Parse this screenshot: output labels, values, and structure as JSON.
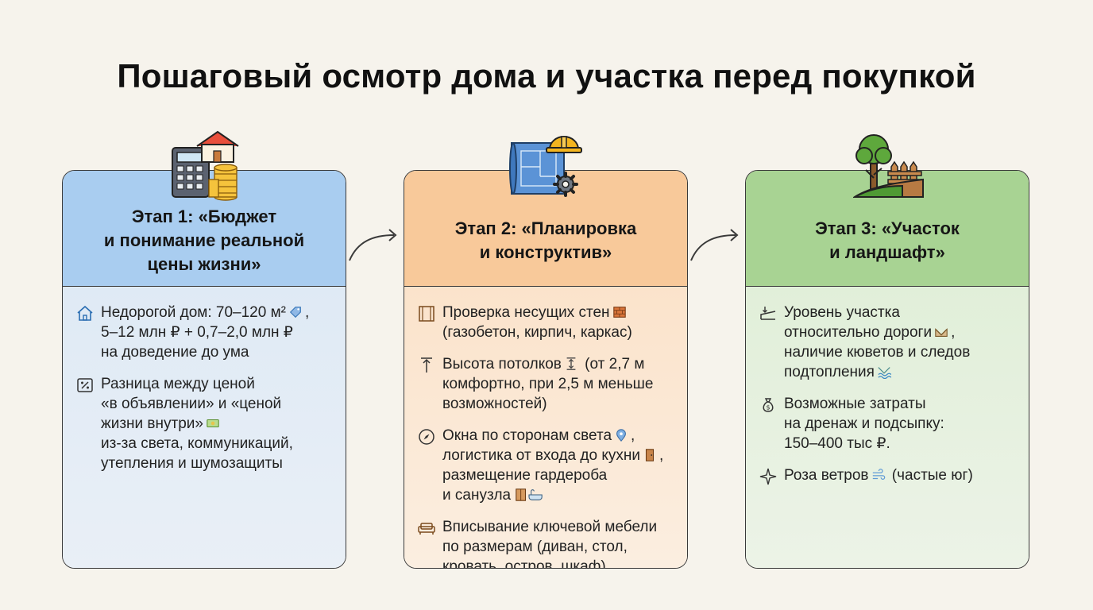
{
  "title": "Пошаговый осмотр дома и участка перед покупкой",
  "colors": {
    "stage1_header": "#a9cdf0",
    "stage2_header": "#f8c99a",
    "stage3_header": "#a8d393",
    "background": "#f6f3ec"
  },
  "stages": [
    {
      "title": "Этап 1: «Бюджет\nи понимание реальной\nцены жизни»",
      "hero_icon": "calculator-house-coins-icon",
      "items": [
        {
          "icon": "house-icon",
          "text": "Недорогой дом: 70–120 м²",
          "trail_icon": "price-tag-icon",
          "text_after": ",\n5–12 млн ₽ + 0,7–2,0 млн ₽\nна доведение до ума"
        },
        {
          "icon": "percent-icon",
          "text": "Разница между ценой\n«в объявлении» и «ценой\nжизни внутри»",
          "trail_icon": "banknote-icon",
          "text_after": "\nиз-за света, коммуникаций,\nутепления и шумозащиты"
        }
      ]
    },
    {
      "title": "Этап 2: «Планировка\nи конструктив»",
      "hero_icon": "blueprint-hardhat-gear-icon",
      "items": [
        {
          "icon": "wall-frame-icon",
          "text": "Проверка несущих стен",
          "trail_icon": "brick-icon",
          "text_after": "\n(газобетон, кирпич, каркас)"
        },
        {
          "icon": "height-arrow-icon",
          "text": "Высота потолков",
          "trail_icon": "ceiling-height-icon",
          "text_after": " (от 2,7 м\nкомфортно, при 2,5 м меньше\nвозможностей)"
        },
        {
          "icon": "compass-icon",
          "text": "Окна по сторонам света",
          "trail_icon": "location-pin-icon",
          "text_after": ",\nлогистика от входа до кухни",
          "trail_icon2": "door-icon",
          "text_after2": ",\nразмещение гардероба\nи санузла",
          "trail_icon3": "wardrobe-bathtub-icon"
        },
        {
          "icon": "sofa-icon",
          "text": "Вписывание ключевой мебели\nпо размерам (диван, стол,\nкровать, остров, шкаф)"
        }
      ]
    },
    {
      "title": "Этап 3: «Участок\nи ландшафт»",
      "hero_icon": "tree-fence-hill-icon",
      "items": [
        {
          "icon": "level-slope-icon",
          "text": "Уровень участка\nотносительно дороги",
          "trail_icon": "ditch-icon",
          "text_after": ",\nналичие кюветов и следов\nподтопления",
          "trail_icon2": "water-waves-icon"
        },
        {
          "icon": "money-bag-icon",
          "text": "Возможные затраты\nна дренаж и подсыпку:\n150–400 тыс ₽."
        },
        {
          "icon": "compass-star-icon",
          "text": "Роза ветров",
          "trail_icon": "wind-icon",
          "text_after": " (частые юг)"
        }
      ]
    }
  ]
}
